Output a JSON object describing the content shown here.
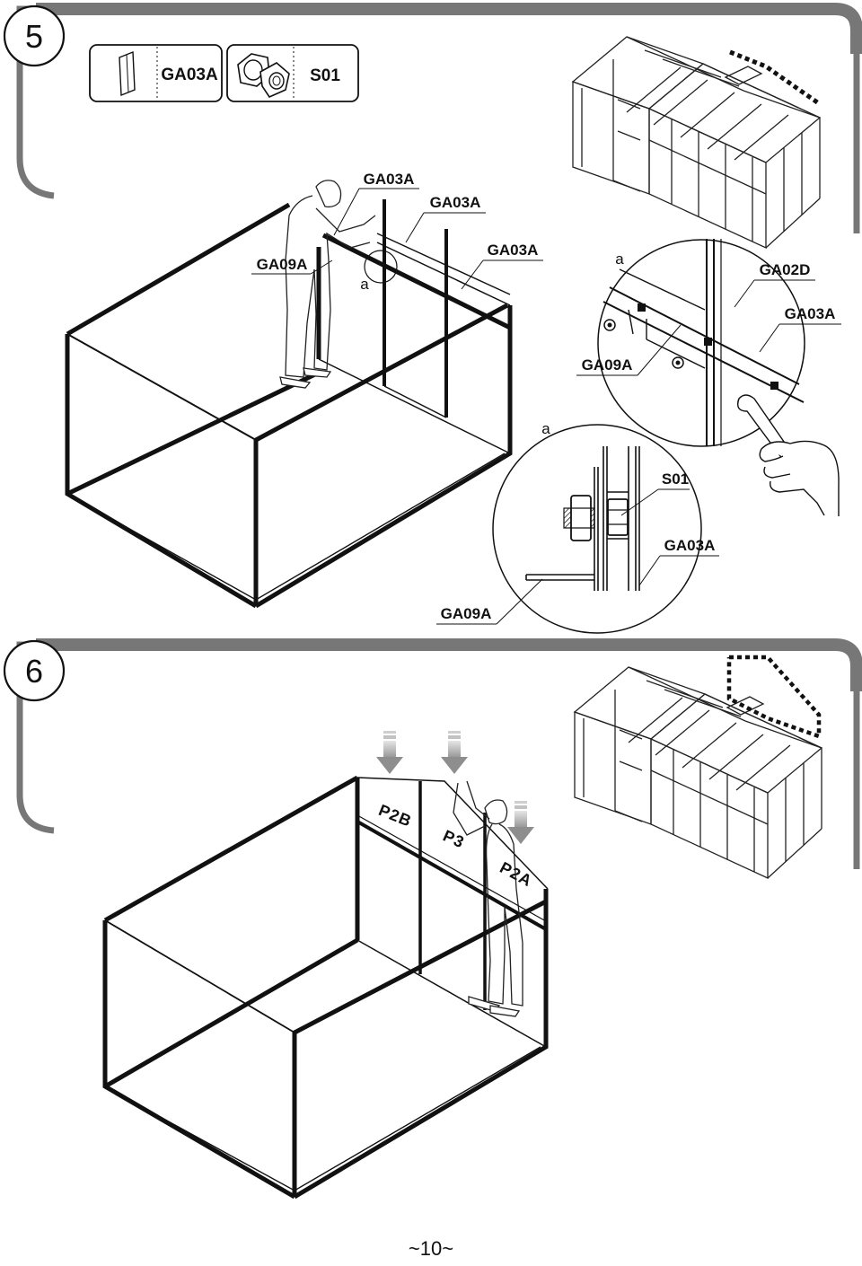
{
  "page_number": "~10~",
  "steps": [
    {
      "number": "5",
      "parts": [
        {
          "code": "GA03A",
          "icon": "profile-bar-icon"
        },
        {
          "code": "S01",
          "icon": "bolt-nut-icon"
        }
      ],
      "callouts": {
        "ga03a_top": "GA03A",
        "ga03a_mid": "GA03A",
        "ga03a_right": "GA03A",
        "ga09a_left": "GA09A",
        "detail_marker": "a"
      },
      "detail_upper": {
        "marker": "a",
        "ga02d": "GA02D",
        "ga03a": "GA03A",
        "ga09a": "GA09A"
      },
      "detail_lower": {
        "marker": "a",
        "s01": "S01",
        "ga03a": "GA03A",
        "ga09a": "GA09A"
      },
      "overview_icon": "greenhouse-overview-icon"
    },
    {
      "number": "6",
      "panels": {
        "p2b": "P2B",
        "p3": "P3",
        "p2a": "P2A"
      },
      "overview_icon": "greenhouse-overview-icon"
    }
  ]
}
